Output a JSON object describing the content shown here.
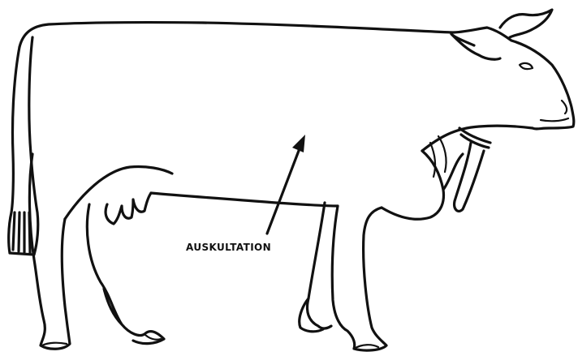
{
  "annotation": {
    "label": "AUSKULTATION",
    "points_to": "thorax"
  },
  "subject": "cow-side-view",
  "colors": {
    "ink": "#111111",
    "paper": "#ffffff"
  }
}
